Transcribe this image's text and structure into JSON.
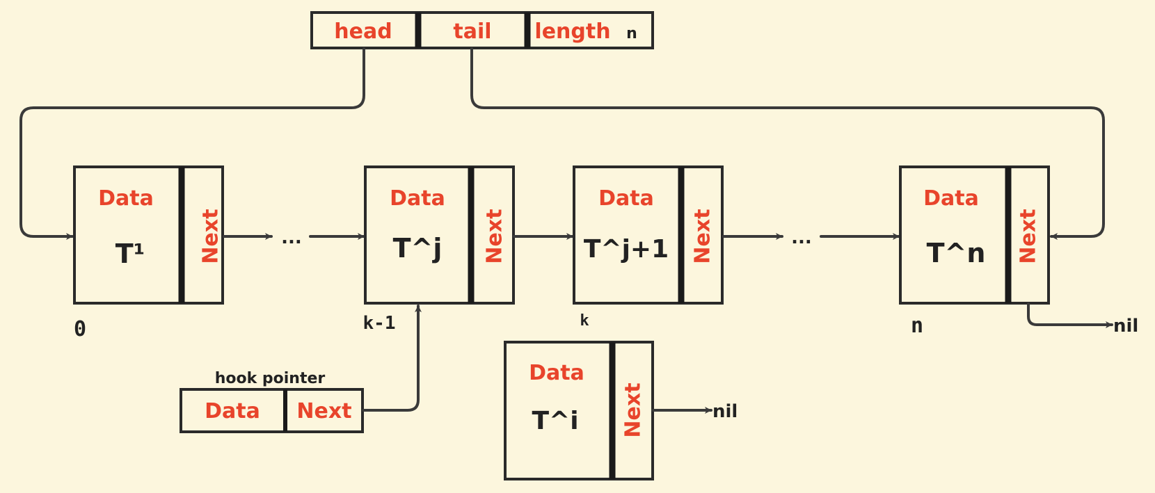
{
  "header": {
    "head": "head",
    "tail": "tail",
    "length": "length",
    "length_value": "n"
  },
  "nodes": [
    {
      "data_label": "Data",
      "value": "T¹",
      "next_label": "Next",
      "index": "0"
    },
    {
      "data_label": "Data",
      "value": "T^j",
      "next_label": "Next",
      "index": "k-1"
    },
    {
      "data_label": "Data",
      "value": "T^j+1",
      "next_label": "Next",
      "index": "k"
    },
    {
      "data_label": "Data",
      "value": "T^n",
      "next_label": "Next",
      "index": "n"
    }
  ],
  "ellipsis": [
    "...",
    "..."
  ],
  "tail_nil": "nil",
  "hook": {
    "title": "hook pointer",
    "data_label": "Data",
    "next_label": "Next"
  },
  "new_node": {
    "data_label": "Data",
    "value": "T^i",
    "next_label": "Next",
    "nil": "nil"
  },
  "colors": {
    "background": "#fcf6dd",
    "label_red": "#e8442b",
    "ink": "#222222"
  }
}
